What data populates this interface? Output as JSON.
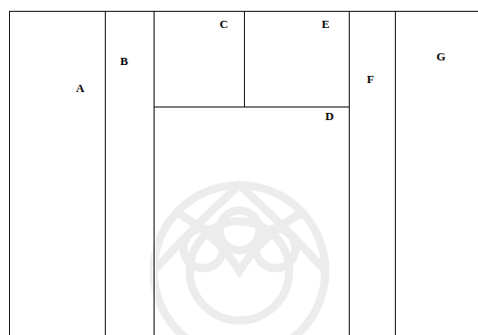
{
  "diagram": {
    "nodes": [
      {
        "text": [
          "A"
        ]
      },
      {
        "text": [
          "B"
        ]
      },
      {
        "text": [
          "C"
        ]
      },
      {
        "text": [
          "E"
        ]
      },
      {
        "text": [
          "D"
        ]
      },
      {
        "text": [
          "F"
        ]
      },
      {
        "text": [
          "G"
        ]
      }
    ]
  }
}
